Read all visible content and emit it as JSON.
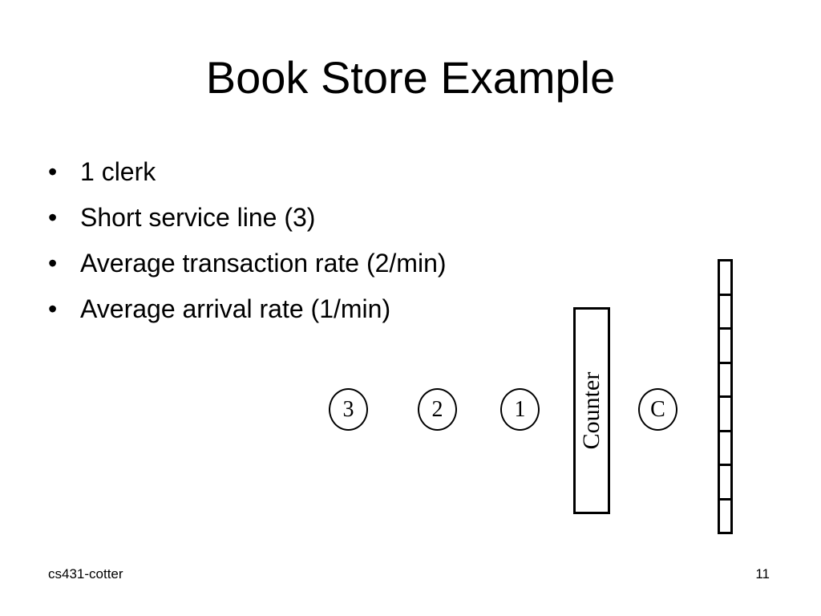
{
  "title": "Book Store Example",
  "bullets": [
    "1 clerk",
    "Short service line (3)",
    "Average transaction rate (2/min)",
    "Average arrival rate (1/min)"
  ],
  "bullet_symbol": "•",
  "diagram": {
    "queue_customers": [
      "3",
      "2",
      "1"
    ],
    "counter_label": "Counter",
    "clerk_label": "C",
    "shelf_cells": 8
  },
  "footer": {
    "left": "cs431-cotter",
    "page_number": "11"
  }
}
